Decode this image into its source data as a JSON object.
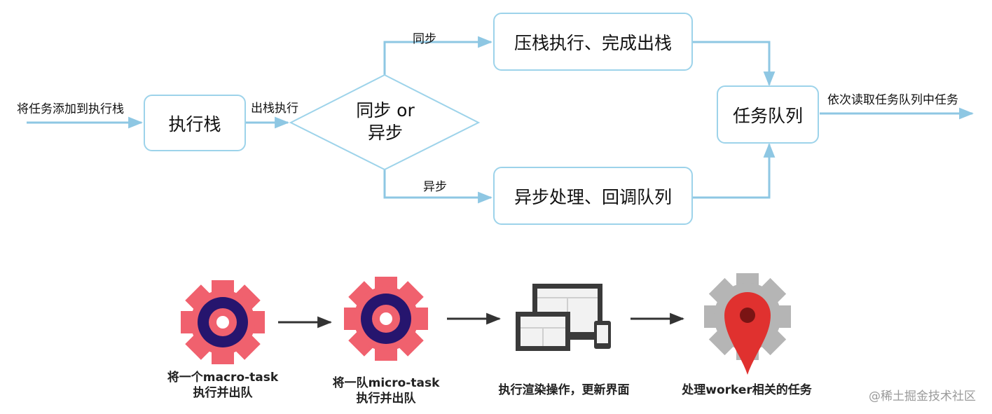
{
  "flow": {
    "input_label": "将任务添加到执行栈",
    "stack_box": "执行栈",
    "pop_label": "出栈执行",
    "decision_line1": "同步 or",
    "decision_line2": "异步",
    "sync_label": "同步",
    "async_label": "异步",
    "sync_box": "压栈执行、完成出栈",
    "async_box": "异步处理、回调队列",
    "queue_box": "任务队列",
    "output_label": "依次读取任务队列中任务"
  },
  "steps": [
    {
      "icon": "macro-task-gear-icon",
      "line1": "将一个macro-task",
      "line2": "执行并出队"
    },
    {
      "icon": "micro-task-gear-icon",
      "line1": "将一队micro-task",
      "line2": "执行并出队"
    },
    {
      "icon": "render-devices-icon",
      "line1": "执行渲染操作，更新界面",
      "line2": ""
    },
    {
      "icon": "worker-map-pin-gear-icon",
      "line1": "处理worker相关的任务",
      "line2": ""
    }
  ],
  "watermark": "@稀土掘金技术社区",
  "colors": {
    "line": "#8ec7e3",
    "box_border": "#9dd3ea",
    "gear_red": "#f0616e",
    "gear_navy": "#26156e",
    "device_dark": "#3a3a3a",
    "pin_red": "#e0312f",
    "gray_gear": "#b5b5b5"
  }
}
